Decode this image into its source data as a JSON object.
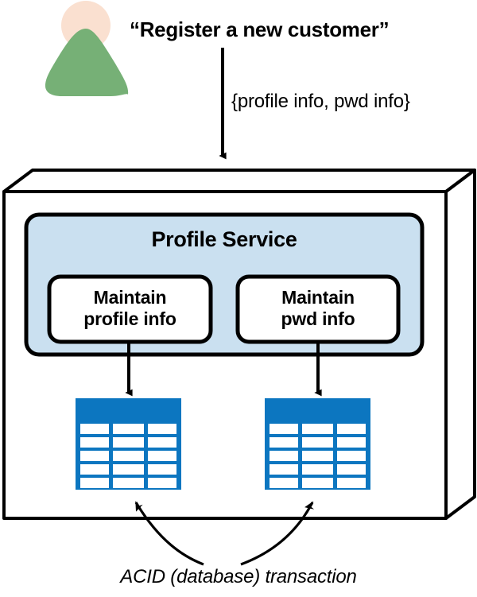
{
  "diagram": {
    "title_text": "“Register a new customer”",
    "payload_text": "{profile info, pwd info}",
    "service": {
      "name": "Profile Service",
      "operations": [
        {
          "id": "maintain-profile-info",
          "label": "Maintain\nprofile info"
        },
        {
          "id": "maintain-pwd-info",
          "label": "Maintain\npwd info"
        }
      ]
    },
    "databases": [
      {
        "id": "profile-database",
        "columns": 3,
        "rows": 5
      },
      {
        "id": "pwd-database",
        "columns": 3,
        "rows": 5
      }
    ],
    "caption_text": "ACID (database) transaction",
    "actor": {
      "name": "customer-actor",
      "head_color": "#FAE0D0",
      "body_color": "#76B076"
    },
    "colors": {
      "service_panel_fill": "#CAE0F0",
      "database_blue": "#0C76C0",
      "container_fill": "#FFFFFF",
      "stroke": "#000000",
      "box_fill": "#FFFFFF"
    }
  }
}
